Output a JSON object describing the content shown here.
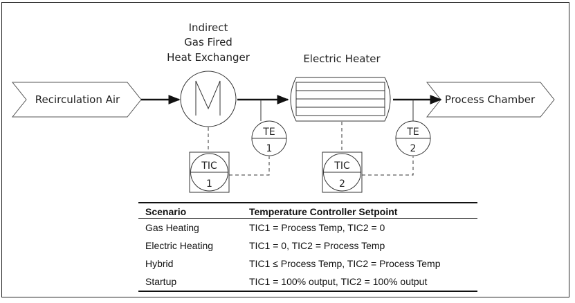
{
  "streams": {
    "inlet": "Recirculation Air",
    "outlet": "Process Chamber"
  },
  "equipment": {
    "heat_exchanger": [
      "Indirect",
      "Gas Fired",
      "Heat Exchanger"
    ],
    "electric_heater": "Electric Heater"
  },
  "instruments": {
    "te1": {
      "tag": "TE",
      "num": "1"
    },
    "te2": {
      "tag": "TE",
      "num": "2"
    },
    "tic1": {
      "tag": "TIC",
      "num": "1"
    },
    "tic2": {
      "tag": "TIC",
      "num": "2"
    }
  },
  "table": {
    "headers": [
      "Scenario",
      "Temperature Controller Setpoint"
    ],
    "rows": [
      [
        "Gas Heating",
        "TIC1 = Process Temp, TIC2 = 0"
      ],
      [
        "Electric Heating",
        "TIC1 = 0, TIC2 = Process Temp"
      ],
      [
        "Hybrid",
        "TIC1 ≤ Process Temp, TIC2 = Process Temp"
      ],
      [
        "Startup",
        "TIC1 = 100% output, TIC2 = 100% output"
      ]
    ]
  }
}
